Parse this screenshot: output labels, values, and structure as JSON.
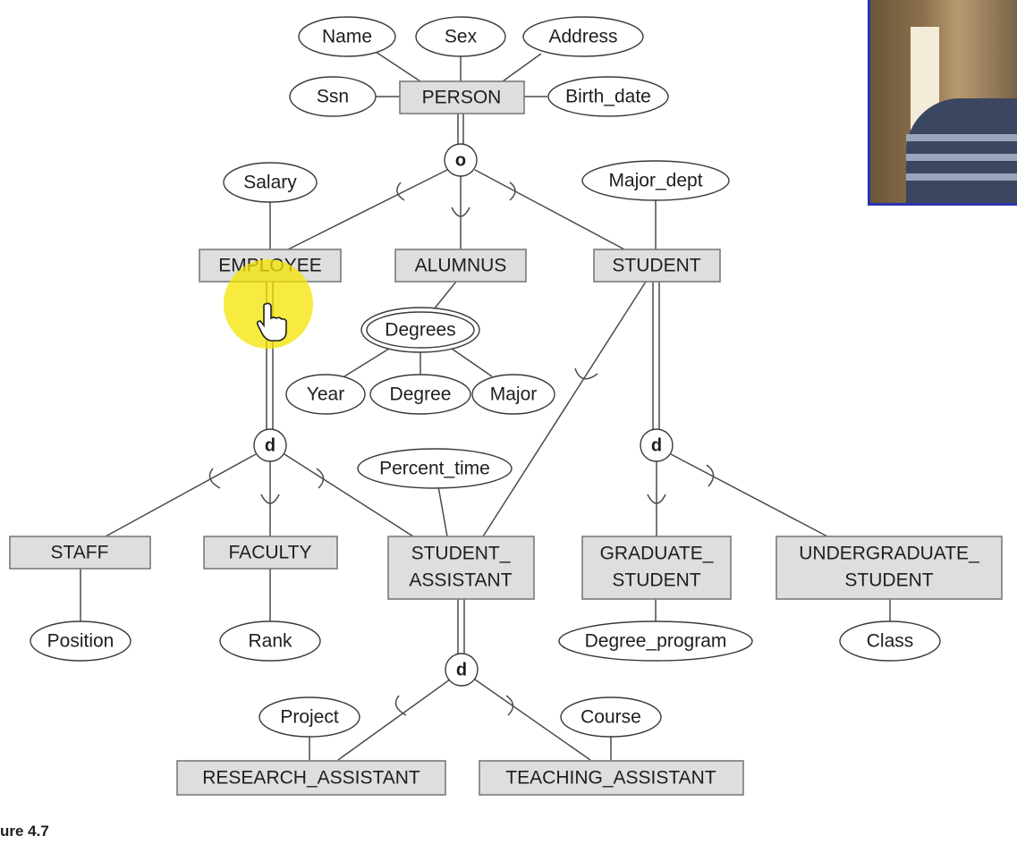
{
  "entities": {
    "person": "PERSON",
    "employee": "EMPLOYEE",
    "alumnus": "ALUMNUS",
    "student": "STUDENT",
    "staff": "STAFF",
    "faculty": "FACULTY",
    "student_assistant": [
      "STUDENT_",
      "ASSISTANT"
    ],
    "graduate_student": [
      "GRADUATE_",
      "STUDENT"
    ],
    "undergraduate_student": [
      "UNDERGRADUATE_",
      "STUDENT"
    ],
    "research_assistant": "RESEARCH_ASSISTANT",
    "teaching_assistant": "TEACHING_ASSISTANT"
  },
  "attributes": {
    "name": "Name",
    "sex": "Sex",
    "address": "Address",
    "ssn": "Ssn",
    "birth_date": "Birth_date",
    "salary": "Salary",
    "major_dept": "Major_dept",
    "degrees": "Degrees",
    "year": "Year",
    "degree": "Degree",
    "major": "Major",
    "percent_time": "Percent_time",
    "position": "Position",
    "rank": "Rank",
    "degree_program": "Degree_program",
    "class": "Class",
    "project": "Project",
    "course": "Course"
  },
  "specializations": {
    "person": "o",
    "employee": "d",
    "student": "d",
    "student_assistant": "d"
  },
  "caption": "ure 4.7",
  "colors": {
    "entity_fill": "#dedede",
    "highlight": "#f5e400",
    "webcam_border": "#2a35b0"
  },
  "icons": {
    "cursor": "hand-pointer-icon"
  }
}
